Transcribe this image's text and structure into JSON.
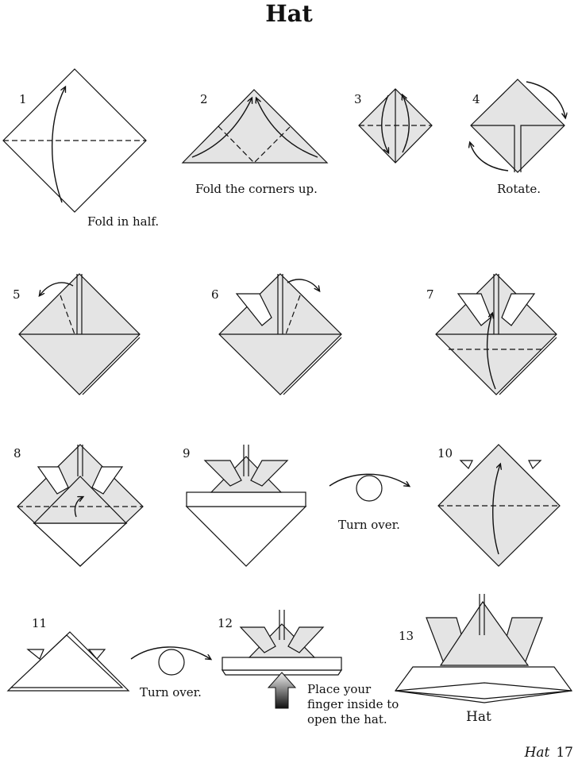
{
  "title": "Hat",
  "steps": [
    {
      "number": "1",
      "caption": "Fold in half."
    },
    {
      "number": "2",
      "caption": "Fold the corners up."
    },
    {
      "number": "3",
      "caption": ""
    },
    {
      "number": "4",
      "caption": "Rotate."
    },
    {
      "number": "5",
      "caption": ""
    },
    {
      "number": "6",
      "caption": ""
    },
    {
      "number": "7",
      "caption": ""
    },
    {
      "number": "8",
      "caption": ""
    },
    {
      "number": "9",
      "caption": ""
    },
    {
      "number": "10",
      "caption": ""
    },
    {
      "number": "11",
      "caption": ""
    },
    {
      "number": "12",
      "caption": ""
    },
    {
      "number": "13",
      "caption": "Hat"
    }
  ],
  "turn_over_label": "Turn over.",
  "finger_note": [
    "Place your",
    "finger inside to",
    "open the hat."
  ],
  "footer": {
    "title": "Hat",
    "page": "17"
  }
}
